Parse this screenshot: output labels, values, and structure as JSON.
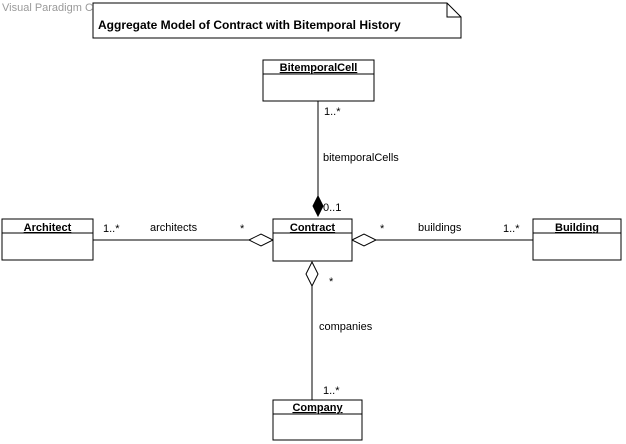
{
  "watermark": "Visual Paradigm Community Edition [not for commercial use]",
  "note": {
    "title": "Aggregate Model of Contract with Bitemporal History"
  },
  "classes": {
    "bitemporal_cell": "BitemporalCell",
    "architect": "Architect",
    "contract": "Contract",
    "building": "Building",
    "company": "Company"
  },
  "associations": {
    "bitemporal_cells": {
      "role": "bitemporalCells",
      "far_multiplicity": "1..*",
      "near_multiplicity": "0..1",
      "kind": "composition"
    },
    "architects": {
      "role": "architects",
      "far_multiplicity": "1..*",
      "near_multiplicity": "*",
      "kind": "aggregation"
    },
    "buildings": {
      "role": "buildings",
      "far_multiplicity": "1..*",
      "near_multiplicity": "*",
      "kind": "aggregation"
    },
    "companies": {
      "role": "companies",
      "far_multiplicity": "1..*",
      "near_multiplicity": "*",
      "kind": "aggregation"
    }
  }
}
